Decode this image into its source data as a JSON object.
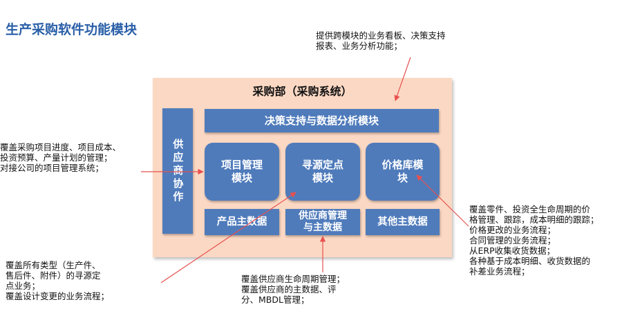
{
  "title": "生产采购软件功能模块",
  "panel": {
    "title": "采购部（采购系统）",
    "boxes": {
      "supplier_collab": "供应商协作",
      "decision_support": "决策支持与数据分析模块",
      "project_mgmt": "项目管理\n模块",
      "sourcing": "寻源定点\n模块",
      "price_library": "价格库模\n块",
      "product_master": "产品主数据",
      "supplier_master": "供应商管理\n与主数据",
      "other_master": "其他主数据"
    }
  },
  "notes": {
    "top": "提供跨模块的业务看板、决策支持\n报表、业务分析功能；",
    "left": "覆盖采购项目进度、项目成本、\n投资预算、产量计划的管理；\n对接公司的项目管理系统；",
    "bottom_left": "覆盖所有类型（生产件、\n售后件、附件）的寻源定\n点业务；\n覆盖设计变更的业务流程；",
    "bottom_center": "覆盖供应商生命周期管理；\n覆盖供应商的主数据、评\n分、MBDL管理；",
    "right": "覆盖零件、投资全生命周期的价\n格管理、跟踪，成本明细的跟踪；\n价格更改的业务流程；\n合同管理的业务流程；\n从ERP收集收货数据；\n各种基于成本明细、收货数据的\n补差业务流程；"
  },
  "colors": {
    "title": "#2a5fa8",
    "panel_bg": "#fbd8c3",
    "box_fill": "#4f7bbb",
    "arrow": "#e8504f"
  }
}
